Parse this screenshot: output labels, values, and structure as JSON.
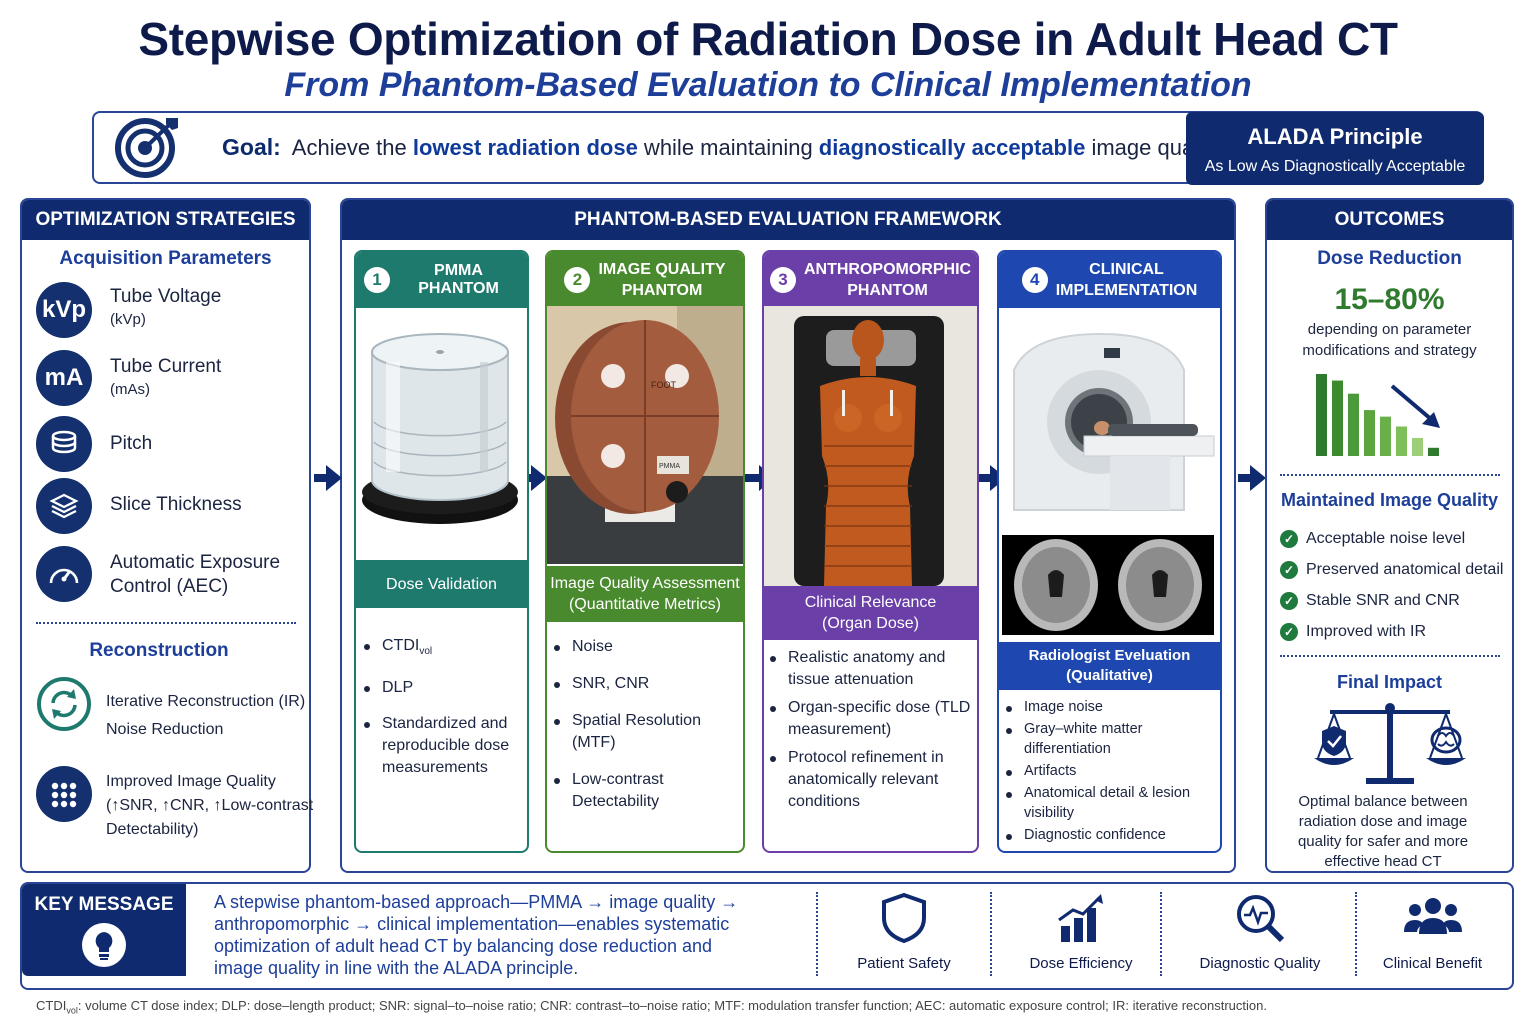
{
  "title": "Stepwise Optimization of Radiation Dose in Adult Head CT",
  "subtitle": "From Phantom-Based Evaluation to Clinical Implementation",
  "goal": {
    "label": "Goal:",
    "text_1": "Achieve the ",
    "highlight_1": "lowest radiation dose",
    "text_2": " while maintaining ",
    "highlight_2": "diagnostically acceptable",
    "text_3": " image quality"
  },
  "alada": {
    "title": "ALADA Principle",
    "subtitle": "As Low As Diagnostically Acceptable"
  },
  "strategies": {
    "header": "OPTIMIZATION STRATEGIES",
    "acq_heading": "Acquisition Parameters",
    "params": [
      {
        "icon_text": "kVp",
        "label": "Tube Voltage",
        "sub": "(kVp)",
        "icon": "kvp-icon"
      },
      {
        "icon_text": "mA",
        "label": "Tube Current",
        "sub": "(mAs)",
        "icon": "ma-icon"
      },
      {
        "icon_text": "",
        "label": "Pitch",
        "sub": "",
        "icon": "pitch-stack-icon"
      },
      {
        "icon_text": "",
        "label": "Slice Thickness",
        "sub": "",
        "icon": "layers-icon"
      },
      {
        "icon_text": "",
        "label": "Automatic Exposure",
        "label2": "Control (AEC)",
        "icon": "gauge-icon"
      }
    ],
    "recon_heading": "Reconstruction",
    "recon": [
      {
        "line1": "Iterative Reconstruction (IR)",
        "line2": "Noise Reduction",
        "icon": "refresh-icon"
      },
      {
        "line1": "Improved Image Quality",
        "line2": "(↑SNR, ↑CNR, ↑Low-contrast",
        "line3": "Detectability)",
        "icon": "grid-dots-icon"
      }
    ]
  },
  "framework": {
    "header": "PHANTOM-BASED EVALUATION FRAMEWORK",
    "cards": [
      {
        "num": "1",
        "title1": "PMMA PHANTOM",
        "title2": "",
        "color": "#1f7a6e",
        "band1": "Dose Validation",
        "band2": "",
        "bullets": [
          "CTDI",
          "DLP",
          "Standardized and reproducible dose measurements"
        ]
      },
      {
        "num": "2",
        "title1": "IMAGE QUALITY",
        "title2": "PHANTOM",
        "color": "#4a8a2e",
        "band1": "Image Quality Assessment",
        "band2": "(Quantitative Metrics)",
        "bullets": [
          "Noise",
          "SNR, CNR",
          "Spatial Resolution (MTF)",
          "Low-contrast Detectability"
        ]
      },
      {
        "num": "3",
        "title1": "ANTHROPOMORPHIC",
        "title2": "PHANTOM",
        "color": "#6a3fa8",
        "band1": "Clinical Relevance",
        "band2": "(Organ Dose)",
        "bullets": [
          "Realistic anatomy and tissue attenuation",
          "Organ-specific dose (TLD measurement)",
          "Protocol refinement in anatomically relevant conditions"
        ]
      },
      {
        "num": "4",
        "title1": "CLINICAL",
        "title2": "IMPLEMENTATION",
        "color": "#1e48b0",
        "band1": "Radiologist Eveluation",
        "band2": "(Qualitative)",
        "bullets": [
          "Image noise",
          "Gray–white matter differentiation",
          "Artifacts",
          "Anatomical detail & lesion visibility",
          "Diagnostic confidence"
        ]
      }
    ],
    "ctdi_sub": "vol",
    "phantom_label": "FOOT",
    "phantom_tag": "PMMA"
  },
  "outcomes": {
    "header": "OUTCOMES",
    "dose_heading": "Dose Reduction",
    "dose_value": "15–80%",
    "dose_desc1": "depending on parameter",
    "dose_desc2": "modifications and strategy",
    "bar_chart": {
      "values": [
        1.0,
        0.92,
        0.76,
        0.56,
        0.48,
        0.36,
        0.22,
        0.1
      ],
      "colors": [
        "#2f7a2e",
        "#3d8a2e",
        "#4a9a3a",
        "#5aa53e",
        "#6ab04a",
        "#7fbf5a",
        "#9ccf78",
        "#2f7a2e"
      ]
    },
    "iq_heading": "Maintained Image Quality",
    "iq_items": [
      "Acceptable noise level",
      "Preserved anatomical detail",
      "Stable SNR and CNR",
      "Improved with IR"
    ],
    "impact_heading": "Final Impact",
    "impact_text": [
      "Optimal balance between",
      "radiation dose and image",
      "quality for safer and more",
      "effective head CT"
    ]
  },
  "key_message": {
    "label": "KEY MESSAGE",
    "lines": [
      "A stepwise phantom-based approach—PMMA → image quality →",
      "anthropomorphic → clinical implementation—enables systematic",
      "optimization of adult head CT by balancing dose reduction and",
      "image quality in line with the ALADA principle."
    ],
    "benefits": [
      {
        "label": "Patient Safety",
        "icon": "shield-icon"
      },
      {
        "label": "Dose Efficiency",
        "icon": "bar-chart-icon"
      },
      {
        "label": "Diagnostic Quality",
        "icon": "magnifier-icon"
      },
      {
        "label": "Clinical Benefit",
        "icon": "people-icon"
      }
    ]
  },
  "footnote": {
    "ctdi": "CTDI",
    "sub": "vol",
    "rest": ": volume CT dose index; DLP: dose–length product; SNR: signal–to–noise ratio; CNR: contrast–to–noise ratio; MTF: modulation transfer function; AEC: automatic exposure control; IR: iterative reconstruction."
  },
  "colors": {
    "navy": "#0f2a6e",
    "accent_blue": "#1d3f9a",
    "green": "#2f7a2e"
  }
}
